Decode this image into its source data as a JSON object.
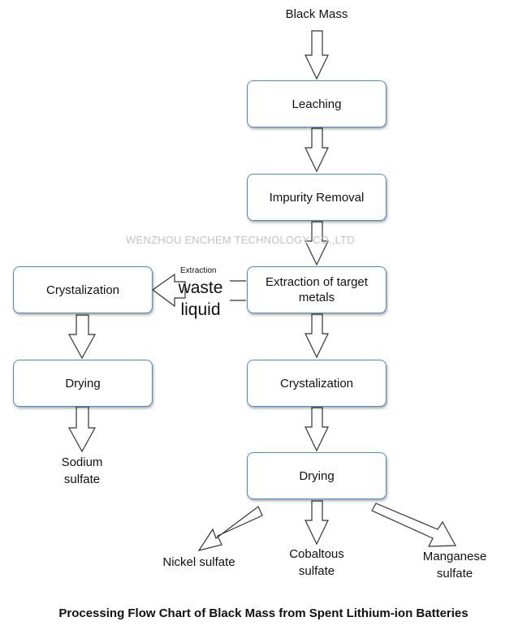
{
  "diagram": {
    "input_label": "Black Mass",
    "main_flow": {
      "leaching": "Leaching",
      "impurity_removal": "Impurity Removal",
      "extraction": "Extraction of target metals",
      "crystalization": "Crystalization",
      "drying": "Drying"
    },
    "side_flow": {
      "crystalization": "Crystalization",
      "drying": "Drying",
      "output_line1": "Sodium",
      "output_line2": "sulfate"
    },
    "waste": {
      "small": "Extraction",
      "big_line1": "waste",
      "big_line2": "liquid"
    },
    "outputs": {
      "nickel": "Nickel sulfate",
      "cobalt_line1": "Cobaltous",
      "cobalt_line2": "sulfate",
      "manganese_line1": "Manganese",
      "manganese_line2": "sulfate"
    },
    "watermark": "WENZHOU ENCHEM TECHNOLOGY CO.,LTD",
    "caption": "Processing Flow Chart of Black Mass from Spent Lithium-ion Batteries"
  }
}
